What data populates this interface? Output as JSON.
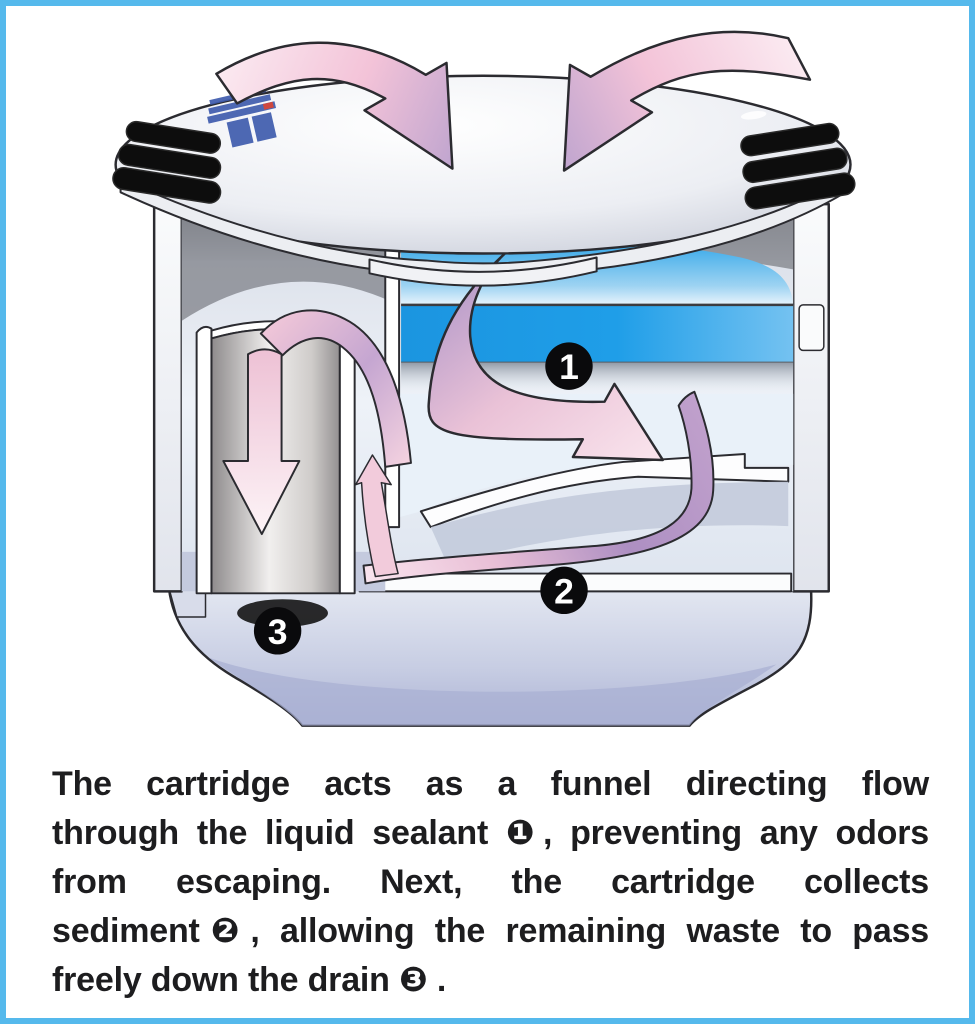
{
  "page": {
    "background": "#ffffff",
    "border_color": "#55b9ec"
  },
  "diagram": {
    "title": "Drain cartridge cutaway flow illustration",
    "badges": [
      {
        "id": "badge-1",
        "label": "1"
      },
      {
        "id": "badge-2",
        "label": "2"
      },
      {
        "id": "badge-3",
        "label": "3"
      }
    ],
    "colors": {
      "sealant_blue": "#1f9ee8",
      "sealant_blue_deep": "#2aa2e8",
      "flow_arrow_pink": "#f4c8d9",
      "flow_arrow_purple": "#b197c7",
      "base_lavender": "#bfc5e0",
      "gasket_black": "#0d0d0d",
      "outline": "#2b2b30"
    }
  },
  "caption": {
    "lines": [
      "The cartridge acts as a funnel directing flow",
      "through the liquid sealant ❶, preventing any odors",
      "from escaping. Next, the cartridge collects",
      "sediment❷, allowing the remaining waste to pass",
      "freely down the drain ❸ ."
    ]
  }
}
